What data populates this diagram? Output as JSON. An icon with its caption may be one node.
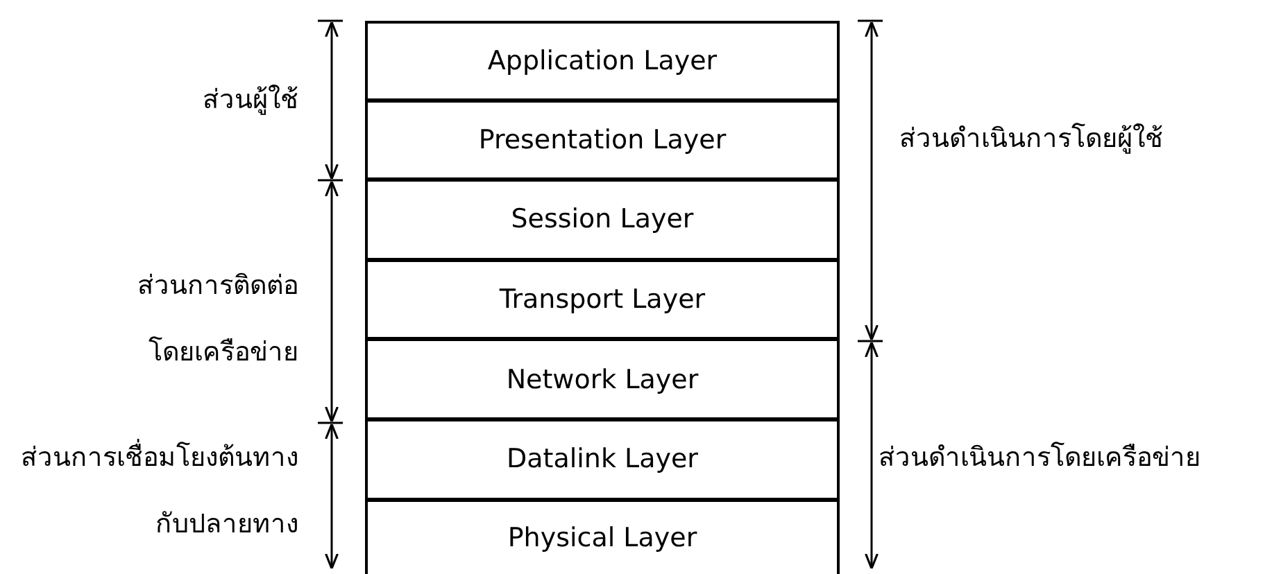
{
  "diagram": {
    "nodes": [
      {
        "text": [
          "Application Layer"
        ]
      },
      {
        "text": [
          "Presentation Layer"
        ]
      },
      {
        "text": [
          "Session Layer"
        ]
      },
      {
        "text": [
          "Transport Layer"
        ]
      },
      {
        "text": [
          "Network Layer"
        ]
      },
      {
        "text": [
          "Datalink Layer"
        ]
      },
      {
        "text": [
          "Physical Layer"
        ]
      }
    ],
    "edges": [],
    "labels": [
      "ส่วนผู้ใช้",
      "ส่วนดำเนินการโดยผู้ใช้",
      "ส่วนการติดต่อโดยเครือข่าย",
      "ส่วนดำเนินการโดยเครือข่าย",
      "ส่วนการเชื่อมโยงต้นทางกับปลายทาง"
    ]
  }
}
